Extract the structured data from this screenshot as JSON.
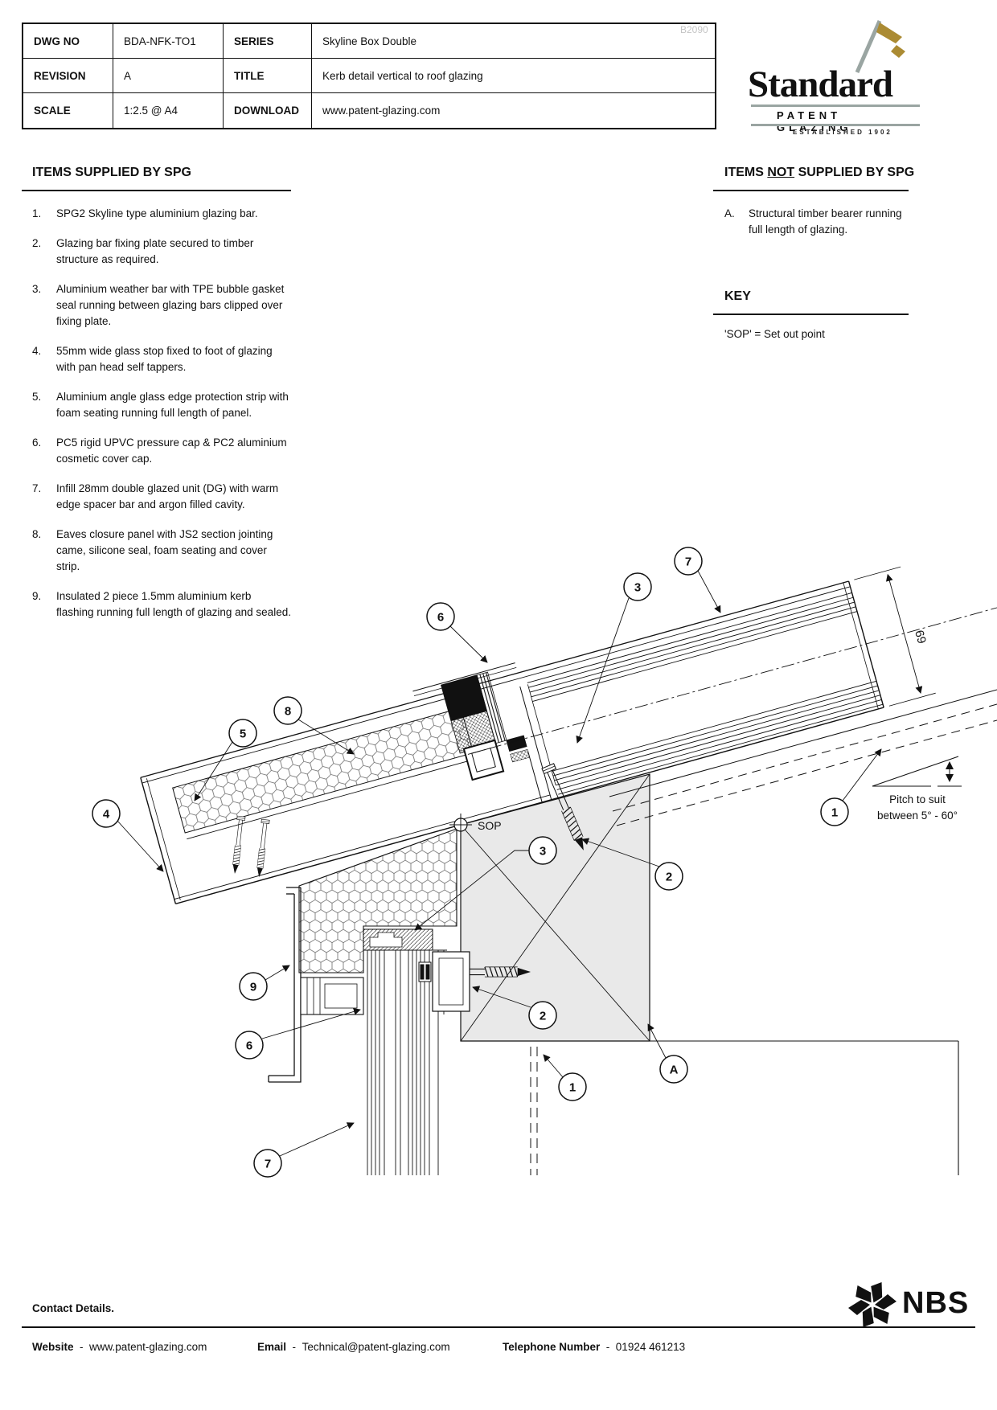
{
  "watermark": "B2090",
  "title_block": {
    "dwg_label": "DWG NO",
    "dwg_value": "BDA-NFK-TO1",
    "series_label": "SERIES",
    "series_value": "Skyline Box Double",
    "revision_label": "REVISION",
    "revision_value": "A",
    "title_label": "TITLE",
    "title_value": "Kerb detail vertical to roof glazing",
    "scale_label": "SCALE",
    "scale_value": "1:2.5 @ A4",
    "download_label": "DOWNLOAD",
    "download_value": "www.patent-glazing.com"
  },
  "logo": {
    "name": "Standard",
    "tagline": "PATENT GLAZING",
    "established": "ESTABLISHED 1902",
    "flag_color": "#ab8b33",
    "pole_color": "#9aa5a2"
  },
  "supplied": {
    "heading": "ITEMS SUPPLIED BY SPG",
    "items": [
      {
        "num": "1.",
        "text": "SPG2 Skyline type aluminium glazing bar."
      },
      {
        "num": "2.",
        "text": "Glazing bar fixing plate secured to timber structure as required."
      },
      {
        "num": "3.",
        "text": "Aluminium weather bar with TPE bubble gasket seal running between glazing bars clipped over fixing plate."
      },
      {
        "num": "4.",
        "text": "55mm wide glass stop fixed to foot of glazing with pan head self tappers."
      },
      {
        "num": "5.",
        "text": "Aluminium angle glass edge protection strip with foam seating running full length of panel."
      },
      {
        "num": "6.",
        "text": "PC5 rigid UPVC pressure cap & PC2 aluminium cosmetic cover cap."
      },
      {
        "num": "7.",
        "text": "Infill 28mm double glazed unit (DG) with warm edge spacer bar and argon filled cavity."
      },
      {
        "num": "8.",
        "text": "Eaves closure panel with JS2 section jointing came, silicone seal, foam seating and cover strip."
      },
      {
        "num": "9.",
        "text": "Insulated 2 piece 1.5mm aluminium kerb flashing running full length of glazing and sealed."
      }
    ]
  },
  "not_supplied": {
    "heading_pre": "ITEMS ",
    "heading_not": "NOT",
    "heading_post": " SUPPLIED BY SPG",
    "items": [
      {
        "num": "A.",
        "text": "Structural timber bearer running full length of glazing."
      }
    ]
  },
  "key": {
    "heading": "KEY",
    "text": "'SOP' = Set out point"
  },
  "drawing": {
    "sop_label": "SOP",
    "pitch_line1": "Pitch to suit",
    "pitch_line2": "between 5° - 60°",
    "dimension": "69",
    "timber_fill": "#e9e9e9",
    "callouts": [
      {
        "label": "7"
      },
      {
        "label": "3"
      },
      {
        "label": "6"
      },
      {
        "label": "8"
      },
      {
        "label": "5"
      },
      {
        "label": "4"
      },
      {
        "label": "1"
      },
      {
        "label": "2"
      },
      {
        "label": "3"
      },
      {
        "label": "9"
      },
      {
        "label": "2"
      },
      {
        "label": "A"
      },
      {
        "label": "1"
      },
      {
        "label": "6"
      },
      {
        "label": "7"
      }
    ]
  },
  "footer": {
    "contact": "Contact Details.",
    "website_label": "Website",
    "sep": "-",
    "website_value": "www.patent-glazing.com",
    "email_label": "Email",
    "email_value": "Technical@patent-glazing.com",
    "phone_label": "Telephone Number",
    "phone_value": "01924 461213",
    "nbs": "NBS"
  }
}
